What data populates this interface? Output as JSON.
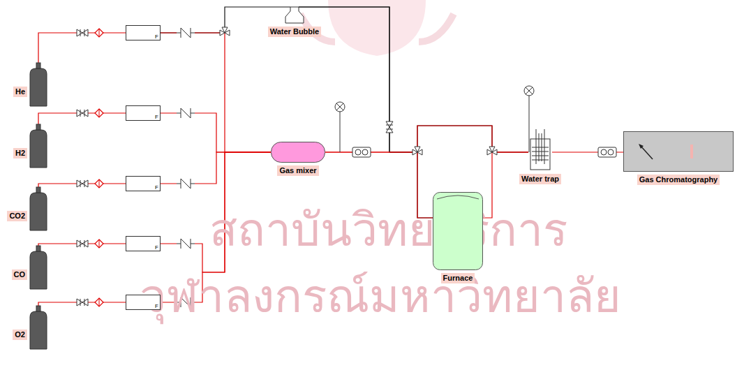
{
  "diagram": {
    "nodes": [
      {
        "text": [
          "He"
        ]
      },
      {
        "text": [
          "H2"
        ]
      },
      {
        "text": [
          "CO2"
        ]
      },
      {
        "text": [
          "CO"
        ]
      },
      {
        "text": [
          "O2"
        ]
      },
      {
        "text": [
          "F"
        ]
      },
      {
        "text": [
          "F"
        ]
      },
      {
        "text": [
          "F"
        ]
      },
      {
        "text": [
          "F"
        ]
      },
      {
        "text": [
          "F"
        ]
      },
      {
        "text": [
          "Water Bubble"
        ]
      },
      {
        "text": [
          "Gas mixer"
        ]
      },
      {
        "text": [
          "Furnace"
        ]
      },
      {
        "text": [
          "Water trap"
        ]
      },
      {
        "text": [
          "Gas Chromatography"
        ]
      }
    ],
    "edges": [
      {
        "from": 0,
        "to": 5,
        "arrow": "none"
      },
      {
        "from": 1,
        "to": 6,
        "arrow": "none"
      },
      {
        "from": 2,
        "to": 7,
        "arrow": "none"
      },
      {
        "from": 3,
        "to": 8,
        "arrow": "none"
      },
      {
        "from": 4,
        "to": 9,
        "arrow": "none"
      },
      {
        "from": 5,
        "to": 11,
        "arrow": "none"
      },
      {
        "from": 5,
        "to": 10,
        "arrow": "none"
      },
      {
        "from": 6,
        "to": 11,
        "arrow": "none"
      },
      {
        "from": 7,
        "to": 11,
        "arrow": "none"
      },
      {
        "from": 8,
        "to": 11,
        "arrow": "none"
      },
      {
        "from": 9,
        "to": 11,
        "arrow": "none"
      },
      {
        "from": 10,
        "to": 12,
        "arrow": "none"
      },
      {
        "from": 10,
        "to": 13,
        "arrow": "none"
      },
      {
        "from": 11,
        "to": 12,
        "arrow": "none"
      },
      {
        "from": 11,
        "to": 13,
        "arrow": "none"
      },
      {
        "from": 12,
        "to": 13,
        "arrow": "none"
      },
      {
        "from": 13,
        "to": 14,
        "arrow": "none"
      }
    ],
    "labels": [
      "สถาบันวิทยบริการ",
      "จุฬาลงกรณ์มหาวิทยาลัย"
    ]
  }
}
